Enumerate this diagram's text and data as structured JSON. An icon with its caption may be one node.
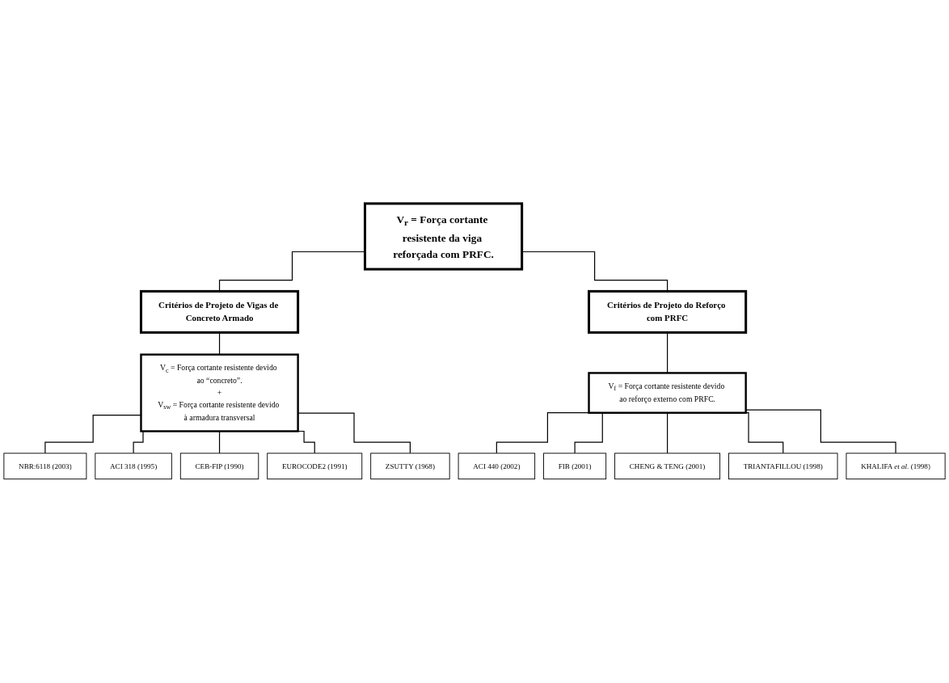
{
  "diagram": {
    "nodes": [
      {
        "text": [
          "V$_{r}$ = Força cortante resistente da viga reforçada com PRFC."
        ]
      },
      {
        "text": [
          "Critérios de Projeto de Vigas de Concreto Armado"
        ]
      },
      {
        "text": [
          "Critérios de Projeto do Reforço com PRFC"
        ]
      },
      {
        "text": [
          "V$_{c}$ = Força cortante resistente devido ao “concreto”.",
          "+",
          "V$_{sw}$ = Força cortante resistente devido à armadura transversal"
        ]
      },
      {
        "text": [
          "V$_{f}$ = Força cortante resistente devido ao reforço externo com PRFC."
        ]
      },
      {
        "text": [
          "NBR:6118 (2003)"
        ]
      },
      {
        "text": [
          "ACI 318 (1995)"
        ]
      },
      {
        "text": [
          "CEB-FIP (1990)"
        ]
      },
      {
        "text": [
          "EUROCODE2 (1991)"
        ]
      },
      {
        "text": [
          "ZSUTTY (1968)"
        ]
      },
      {
        "text": [
          "ACI 440 (2002)"
        ]
      },
      {
        "text": [
          "FIB (2001)"
        ]
      },
      {
        "text": [
          "CHENG & TENG (2001)"
        ]
      },
      {
        "text": [
          "TRIANTAFILLOU (1998)"
        ]
      },
      {
        "text": [
          "KHALIFA *et al*. (1998)"
        ]
      }
    ],
    "edges": [
      {
        "from": 0,
        "to": 1,
        "arrow": "none"
      },
      {
        "from": 0,
        "to": 2,
        "arrow": "none"
      },
      {
        "from": 1,
        "to": 3,
        "arrow": "none"
      },
      {
        "from": 2,
        "to": 4,
        "arrow": "none"
      },
      {
        "from": 3,
        "to": 5,
        "arrow": "none"
      },
      {
        "from": 3,
        "to": 6,
        "arrow": "none"
      },
      {
        "from": 3,
        "to": 7,
        "arrow": "none"
      },
      {
        "from": 3,
        "to": 8,
        "arrow": "none"
      },
      {
        "from": 3,
        "to": 9,
        "arrow": "none"
      },
      {
        "from": 4,
        "to": 10,
        "arrow": "none"
      },
      {
        "from": 4,
        "to": 11,
        "arrow": "none"
      },
      {
        "from": 4,
        "to": 12,
        "arrow": "none"
      },
      {
        "from": 4,
        "to": 13,
        "arrow": "none"
      },
      {
        "from": 4,
        "to": 14,
        "arrow": "none"
      }
    ]
  }
}
